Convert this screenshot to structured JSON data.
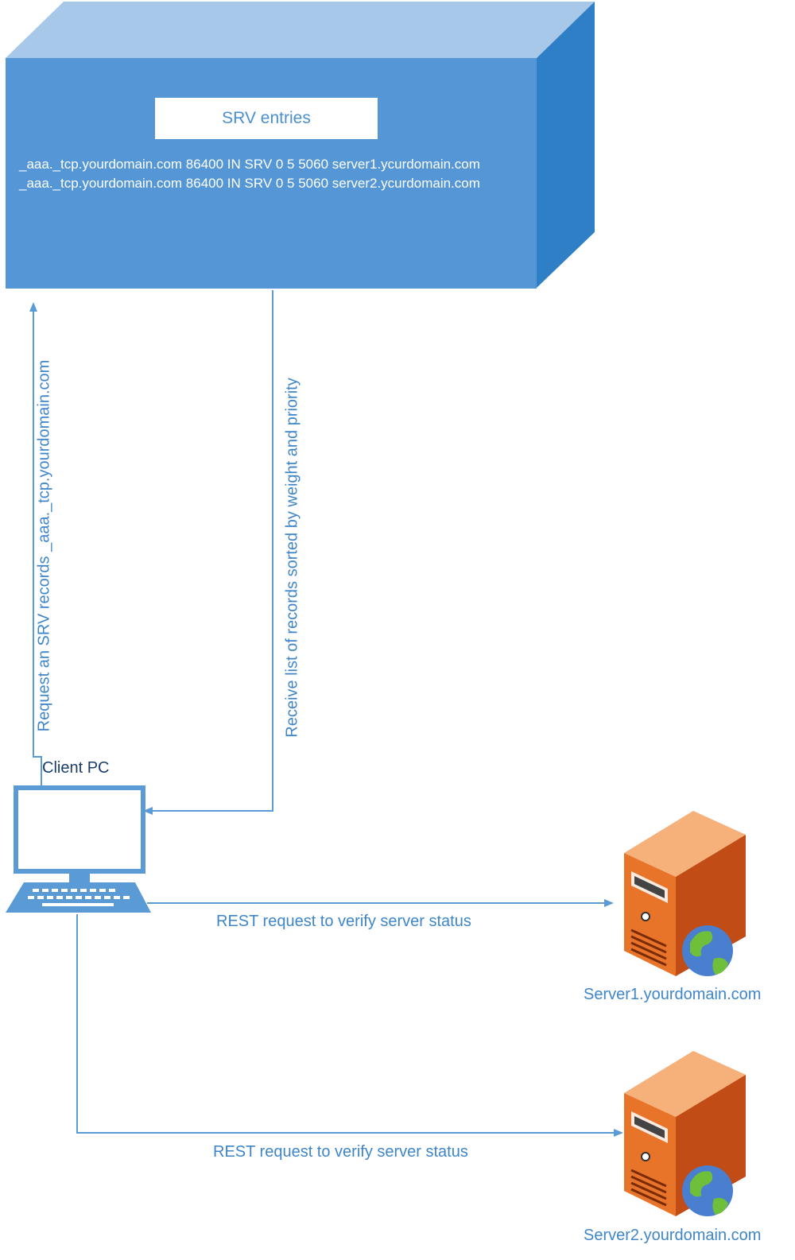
{
  "dns_box": {
    "title": "SRV entries",
    "entries": [
      "_aaa._tcp.yourdomain.com 86400 IN SRV 0 5 5060 server1.ycurdomain.com",
      "_aaa._tcp.yourdomain.com 86400 IN SRV 0 5 5060 server2.ycurdomain.com"
    ]
  },
  "flows": {
    "request": "Request an SRV records _aaa._tcp.yourdomain.com",
    "receive": "Receive list of records sorted by weight and priority",
    "rest1": "REST request to verify server status",
    "rest2": "REST request to verify server status"
  },
  "client": {
    "label": "Client PC",
    "icon": "desktop-computer-icon"
  },
  "servers": [
    {
      "label": "Server1.yourdomain.com",
      "icon": "web-server-icon"
    },
    {
      "label": "Server2.yourdomain.com",
      "icon": "web-server-icon"
    }
  ],
  "colors": {
    "box_front": "#5597d6",
    "box_top": "#a7c8e8",
    "box_side": "#2f7fc6",
    "line": "#5b9bd5",
    "text": "#3f86c9",
    "server_orange": "#e8742a"
  }
}
